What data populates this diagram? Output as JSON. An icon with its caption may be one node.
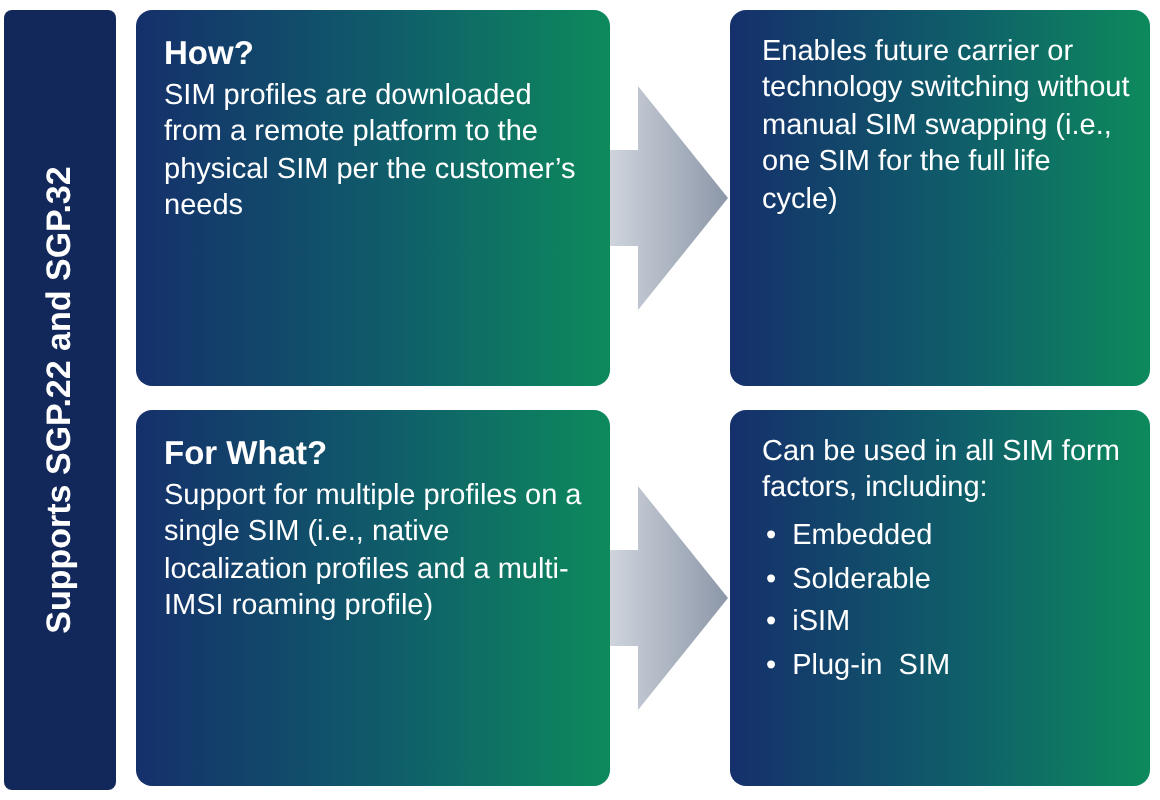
{
  "diagram": {
    "nodes": [
      {
        "text": [
          "Supports SGP.22 and SGP.32"
        ]
      },
      {
        "text": [
          "How?",
          "SIM profiles are downloaded from a remote platform to the physical SIM per the customer’s needs"
        ]
      },
      {
        "text": [
          "Enables future carrier or technology switching without manual SIM swapping (i.e., one SIM for the full life cycle)"
        ]
      },
      {
        "text": [
          "For What?",
          "Support for multiple profiles on a single SIM (i.e., native localization profiles and a multi-IMSI roaming profile)"
        ]
      },
      {
        "text": [
          "Can be used in all SIM form factors, including:",
          "• Embedded",
          "• Solderable",
          "• iSIM",
          "• Plug-in SIM"
        ]
      }
    ],
    "edges": [
      {
        "from": 1,
        "to": 2,
        "arrow": "to"
      },
      {
        "from": 3,
        "to": 4,
        "arrow": "to"
      }
    ]
  }
}
